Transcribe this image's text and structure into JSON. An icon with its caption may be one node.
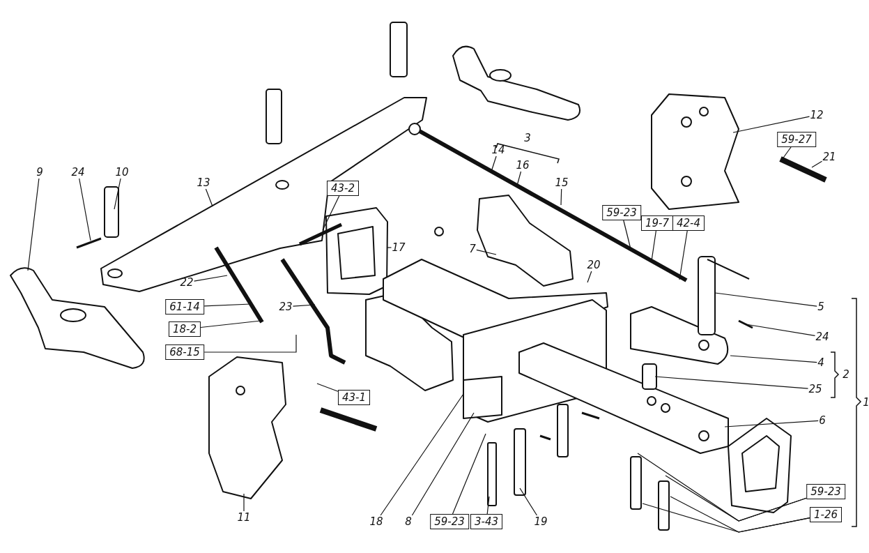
{
  "diagram": {
    "nodes": [
      {
        "text": [
          "9"
        ]
      },
      {
        "text": [
          "24"
        ]
      },
      {
        "text": [
          "10"
        ]
      },
      {
        "text": [
          "13"
        ]
      },
      {
        "text": [
          "43-2"
        ]
      },
      {
        "text": [
          "17"
        ]
      },
      {
        "text": [
          "22"
        ]
      },
      {
        "text": [
          "23"
        ]
      },
      {
        "text": [
          "61-14"
        ]
      },
      {
        "text": [
          "18-2"
        ]
      },
      {
        "text": [
          "68-15"
        ]
      },
      {
        "text": [
          "43-1"
        ]
      },
      {
        "text": [
          "11"
        ]
      },
      {
        "text": [
          "14"
        ]
      },
      {
        "text": [
          "16"
        ]
      },
      {
        "text": [
          "15"
        ]
      },
      {
        "text": [
          "7"
        ]
      },
      {
        "text": [
          "59-23"
        ]
      },
      {
        "text": [
          "19-7"
        ]
      },
      {
        "text": [
          "42-4"
        ]
      },
      {
        "text": [
          "12"
        ]
      },
      {
        "text": [
          "59-27"
        ]
      },
      {
        "text": [
          "21"
        ]
      },
      {
        "text": [
          "20"
        ]
      },
      {
        "text": [
          "5"
        ]
      },
      {
        "text": [
          "24"
        ]
      },
      {
        "text": [
          "4"
        ]
      },
      {
        "text": [
          "25"
        ]
      },
      {
        "text": [
          "6"
        ]
      },
      {
        "text": [
          "18"
        ]
      },
      {
        "text": [
          "8"
        ]
      },
      {
        "text": [
          "59-23"
        ]
      },
      {
        "text": [
          "3-43"
        ]
      },
      {
        "text": [
          "19"
        ]
      },
      {
        "text": [
          "59-23"
        ]
      },
      {
        "text": [
          "1-26"
        ]
      }
    ],
    "edges": [
      {
        "from": 0,
        "to": null,
        "arrow": "none"
      },
      {
        "from": 1,
        "to": null,
        "arrow": "none"
      },
      {
        "from": 2,
        "to": null,
        "arrow": "none"
      },
      {
        "from": 3,
        "to": null,
        "arrow": "none"
      },
      {
        "from": 4,
        "to": null,
        "arrow": "none"
      },
      {
        "from": 5,
        "to": null,
        "arrow": "none"
      },
      {
        "from": 6,
        "to": null,
        "arrow": "none"
      },
      {
        "from": 7,
        "to": null,
        "arrow": "none"
      },
      {
        "from": 8,
        "to": null,
        "arrow": "none"
      },
      {
        "from": 9,
        "to": null,
        "arrow": "none"
      },
      {
        "from": 10,
        "to": null,
        "arrow": "none"
      },
      {
        "from": 11,
        "to": null,
        "arrow": "none"
      },
      {
        "from": 12,
        "to": null,
        "arrow": "none"
      },
      {
        "from": 13,
        "to": null,
        "arrow": "none"
      },
      {
        "from": 14,
        "to": null,
        "arrow": "none"
      },
      {
        "from": 15,
        "to": null,
        "arrow": "none"
      },
      {
        "from": 16,
        "to": null,
        "arrow": "none"
      },
      {
        "from": 17,
        "to": null,
        "arrow": "none"
      },
      {
        "from": 18,
        "to": null,
        "arrow": "none"
      },
      {
        "from": 19,
        "to": null,
        "arrow": "none"
      },
      {
        "from": 20,
        "to": null,
        "arrow": "none"
      },
      {
        "from": 21,
        "to": null,
        "arrow": "none"
      },
      {
        "from": 22,
        "to": null,
        "arrow": "none"
      },
      {
        "from": 23,
        "to": null,
        "arrow": "none"
      },
      {
        "from": 24,
        "to": null,
        "arrow": "none"
      },
      {
        "from": 25,
        "to": null,
        "arrow": "none"
      },
      {
        "from": 26,
        "to": null,
        "arrow": "none"
      },
      {
        "from": 27,
        "to": null,
        "arrow": "none"
      },
      {
        "from": 28,
        "to": null,
        "arrow": "none"
      },
      {
        "from": 29,
        "to": null,
        "arrow": "none"
      },
      {
        "from": 30,
        "to": null,
        "arrow": "none"
      },
      {
        "from": 31,
        "to": null,
        "arrow": "none"
      },
      {
        "from": 32,
        "to": null,
        "arrow": "none"
      },
      {
        "from": 33,
        "to": null,
        "arrow": "none"
      },
      {
        "from": 34,
        "to": null,
        "arrow": "none"
      },
      {
        "from": 34,
        "to": null,
        "arrow": "none"
      },
      {
        "from": 35,
        "to": null,
        "arrow": "none"
      },
      {
        "from": 35,
        "to": null,
        "arrow": "none"
      }
    ],
    "labels": [
      "3",
      "2",
      "1"
    ]
  }
}
